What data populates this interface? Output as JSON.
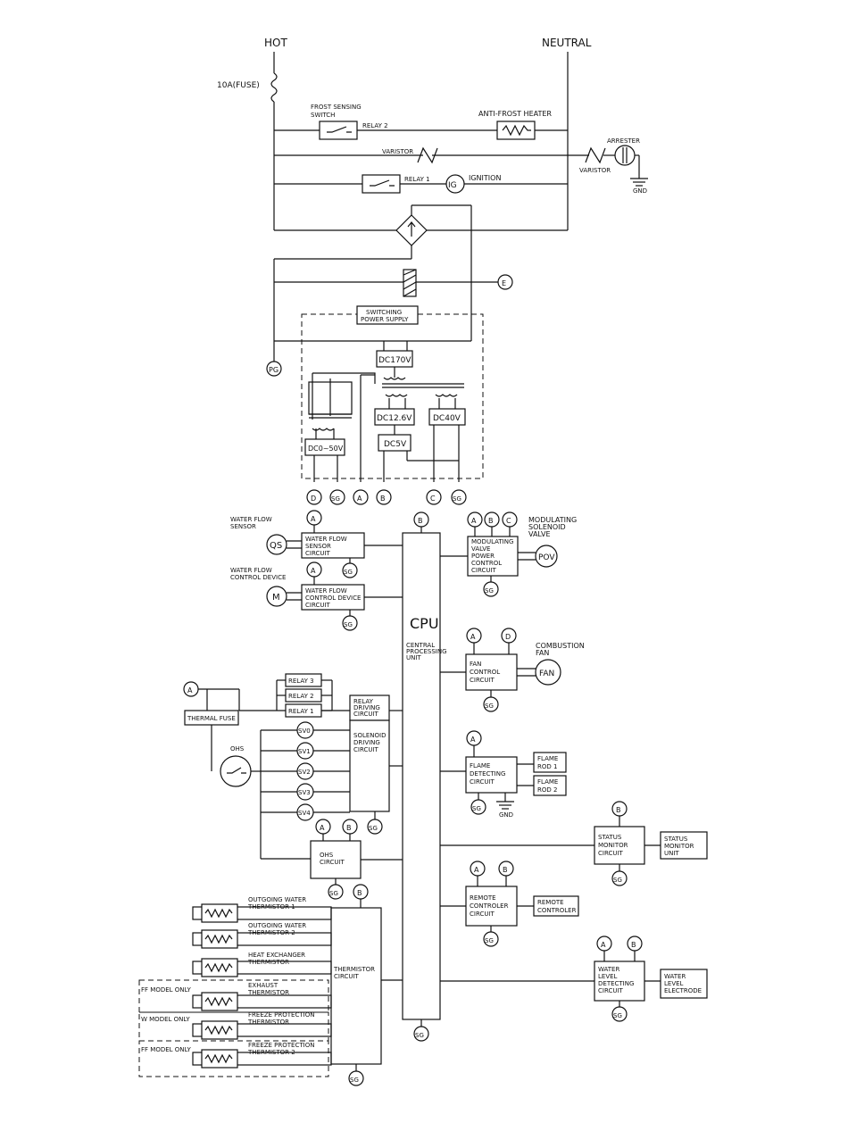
{
  "power": {
    "hot": "HOT",
    "neutral": "NEUTRAL",
    "fuse": "10A(FUSE)",
    "frost_switch_1": "FROST SENSING",
    "frost_switch_2": "SWITCH",
    "relay2": "RELAY 2",
    "anti_frost": "ANTI-FROST HEATER",
    "varistor1": "VARISTOR",
    "varistor2": "VARISTOR",
    "arrester": "ARRESTER",
    "gnd": "GND",
    "relay1": "RELAY 1",
    "ig": "IG",
    "ignition": "IGNITION",
    "e": "E",
    "pg": "PG"
  },
  "psu": {
    "title1": "SWITCHING",
    "title2": "POWER SUPPLY",
    "dc170": "DC170V",
    "dc126": "DC12.6V",
    "dc40": "DC40V",
    "dc5": "DC5V",
    "dc0_50": "DC0~50V",
    "terminals": [
      "D",
      "SG",
      "A",
      "B",
      "C",
      "SG"
    ]
  },
  "cpu": {
    "label": "CPU",
    "sub1": "CENTRAL",
    "sub2": "PROCESSING",
    "sub3": "UNIT",
    "b_top": "B",
    "sg_bottom": "SG"
  },
  "left": {
    "wfs_label1": "WATER FLOW",
    "wfs_label2": "SENSOR",
    "qs": "QS",
    "wfs_box": [
      "WATER FLOW",
      "SENSOR",
      "CIRCUIT"
    ],
    "wfc_label1": "WATER FLOW",
    "wfc_label2": "CONTROL DEVICE",
    "m": "M",
    "wfc_box": [
      "WATER FLOW",
      "CONTROL DEVICE",
      "CIRCUIT"
    ],
    "a": "A",
    "sg": "SG",
    "relay3": "RELAY 3",
    "relay2": "RELAY 2",
    "relay1": "RELAY 1",
    "thermal_fuse": "THERMAL FUSE",
    "ohs": "OHS",
    "relay_drv": [
      "RELAY",
      "DRIVING",
      "CIRCUIT"
    ],
    "sol_drv": [
      "SOLENOID",
      "DRIVING",
      "CIRCUIT"
    ],
    "sv": [
      "SV0",
      "SV1",
      "SV2",
      "SV3",
      "SV4"
    ],
    "ohs_circuit": [
      "OHS",
      "CIRCUIT"
    ],
    "b": "B",
    "therm_circuit": [
      "THERMISTOR",
      "CIRCUIT"
    ],
    "thermistors": [
      [
        "OUTGOING WATER",
        "THERMISTOR 1"
      ],
      [
        "OUTGOING WATER",
        "THERMISTOR 2"
      ],
      [
        "HEAT EXCHANGER",
        "THERMISTOR"
      ],
      [
        "EXHAUST",
        "THERMISTOR"
      ],
      [
        "FREEZE PROTECTION",
        "THERMISTOR"
      ],
      [
        "FREEZE PROTECTION",
        "THERMISTOR 2"
      ]
    ],
    "ff_only_1": "FF MODEL ONLY",
    "w_only": "W MODEL ONLY",
    "ff_only_2": "FF MODEL ONLY"
  },
  "right": {
    "mod_label": [
      "MODULATING",
      "SOLENOID",
      "VALVE"
    ],
    "mod_box": [
      "MODULATING",
      "VALVE",
      "POWER",
      "CONTROL",
      "CIRCUIT"
    ],
    "pov": "POV",
    "mod_terms": [
      "A",
      "B",
      "C"
    ],
    "fan_label": [
      "COMBUSTION",
      "FAN"
    ],
    "fan_box": [
      "FAN",
      "CONTROL",
      "CIRCUIT"
    ],
    "fan": "FAN",
    "fan_terms": [
      "A",
      "D"
    ],
    "flame_box": [
      "FLAME",
      "DETECTING",
      "CIRCUIT"
    ],
    "flame_rod1": [
      "FLAME",
      "ROD 1"
    ],
    "flame_rod2": [
      "FLAME",
      "ROD 2"
    ],
    "status_box": [
      "STATUS",
      "MONITOR",
      "CIRCUIT"
    ],
    "status_unit": [
      "STATUS",
      "MONITOR",
      "UNIT"
    ],
    "remote_box": [
      "REMOTE",
      "CONTROLER",
      "CIRCUIT"
    ],
    "remote_unit": [
      "REMOTE",
      "CONTROLER"
    ],
    "wl_box": [
      "WATER",
      "LEVEL",
      "DETECTING",
      "CIRCUIT"
    ],
    "wl_unit": [
      "WATER",
      "LEVEL",
      "ELECTRODE"
    ],
    "a": "A",
    "b": "B",
    "sg": "SG",
    "gnd": "GND"
  }
}
